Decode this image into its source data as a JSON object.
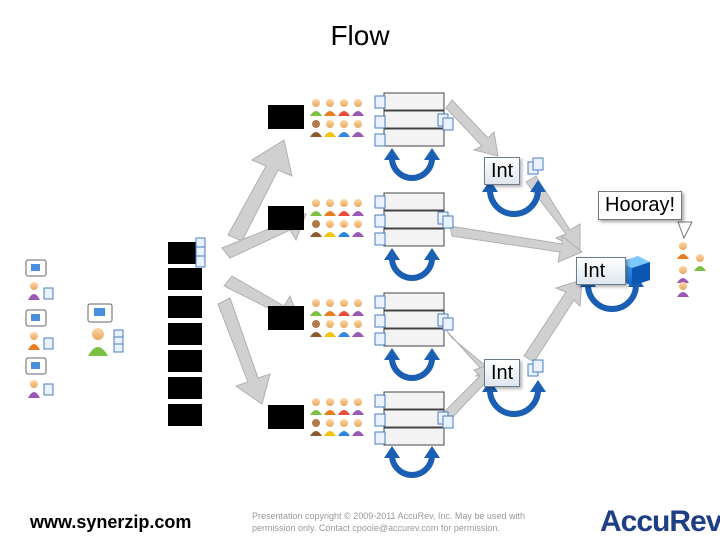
{
  "slide": {
    "title": "Flow",
    "int_labels": [
      "Int",
      "Int"
    ],
    "center_label": "Int",
    "hooray_label": "Hooray!",
    "footer_site": "www.synerzip.com",
    "footer_copyright": "Presentation copyright © 2009-2011 AccuRev, Inc. May be used with permission only. Contact cpoole@accurev.com for permission.",
    "logo_text": "AccuRev"
  },
  "colors": {
    "arrow": "#c8c8c8",
    "loop": "#1a5fb4",
    "block": "#000000",
    "logo": "#1f3f85"
  },
  "icons": [
    "person-icon",
    "document-icon",
    "speech-bubble-icon",
    "cycle-arrow-icon",
    "story-block-icon",
    "cube-icon"
  ]
}
